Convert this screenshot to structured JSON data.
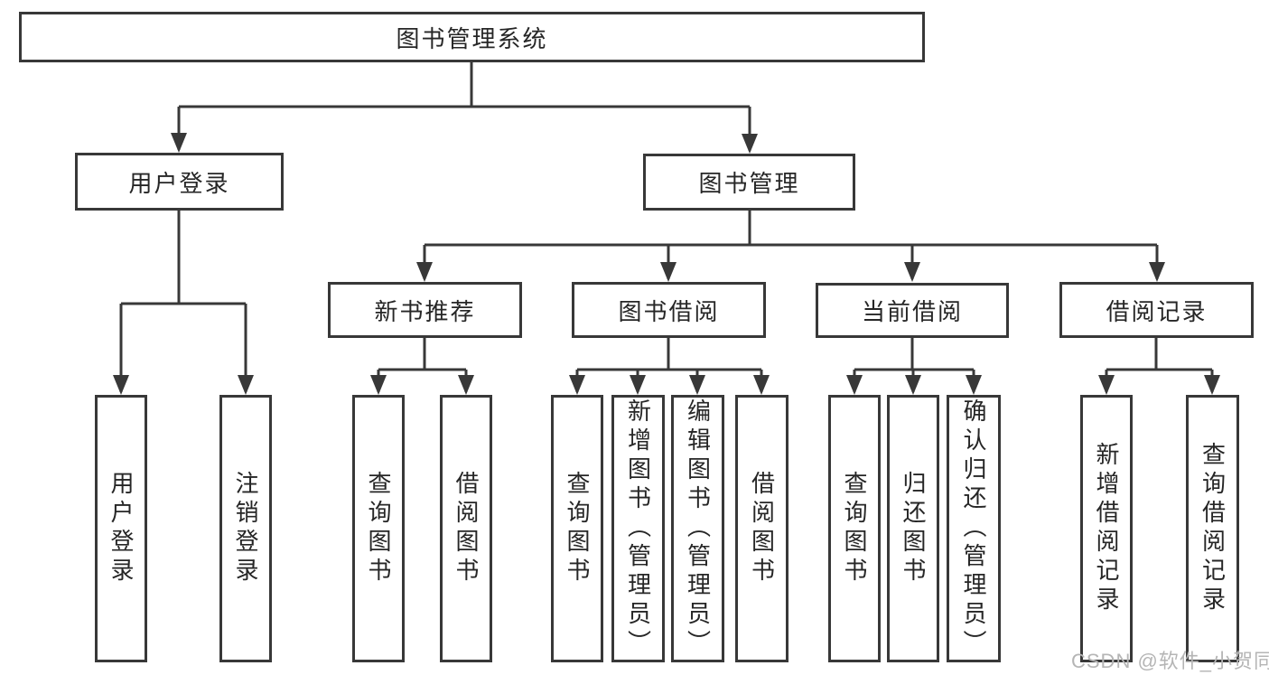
{
  "diagram": {
    "root": {
      "label": "图书管理系统"
    },
    "modules": [
      {
        "label": "用户登录",
        "children": [
          {
            "label": "用户登录"
          },
          {
            "label": "注销登录"
          }
        ]
      },
      {
        "label": "图书管理",
        "children": [
          {
            "label": "新书推荐",
            "children": [
              {
                "label": "查询图书"
              },
              {
                "label": "借阅图书"
              }
            ]
          },
          {
            "label": "图书借阅",
            "children": [
              {
                "label": "查询图书"
              },
              {
                "label": "新增图书（管理员）"
              },
              {
                "label": "编辑图书（管理员）"
              },
              {
                "label": "借阅图书"
              }
            ]
          },
          {
            "label": "当前借阅",
            "children": [
              {
                "label": "查询图书"
              },
              {
                "label": "归还图书"
              },
              {
                "label": "确认归还（管理员）"
              }
            ]
          },
          {
            "label": "借阅记录",
            "children": [
              {
                "label": "新增借阅记录"
              },
              {
                "label": "查询借阅记录"
              }
            ]
          }
        ]
      }
    ]
  },
  "watermark": {
    "text": "CSDN @软件_小贺同学"
  },
  "colors": {
    "line": "#383838",
    "box_border": "#383838",
    "text": "#262626",
    "background": "#ffffff",
    "watermark": "#b5b5b5"
  }
}
